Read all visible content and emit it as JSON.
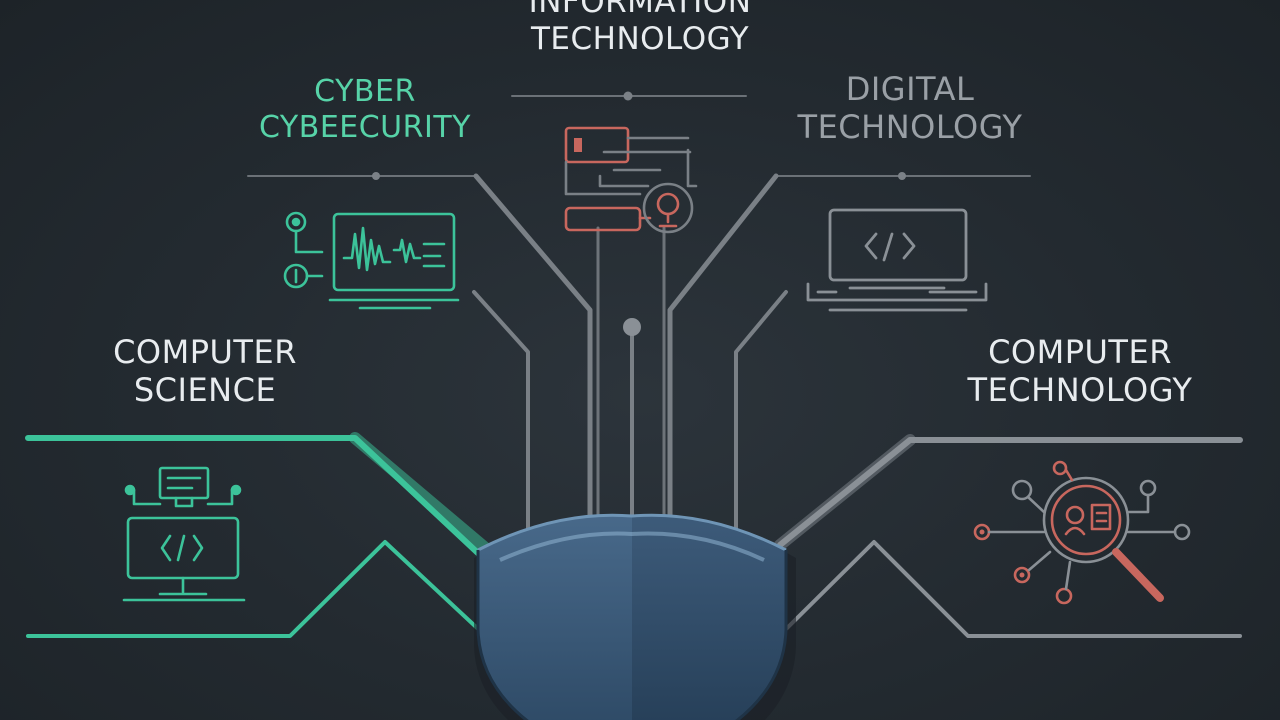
{
  "labels": {
    "information_technology": {
      "line1": "INFORMATION",
      "line2": "TECHNOLOGY"
    },
    "cybersecurity": {
      "line1": "CYBER",
      "line2": "CYBEECURITY"
    },
    "digital_technology": {
      "line1": "DIGITAL",
      "line2": "TECHNOLOGY"
    },
    "computer_science": {
      "line1": "COMPUTER",
      "line2": "SCIENCE"
    },
    "computer_technology": {
      "line1": "COMPUTER",
      "line2": "TECHNOLOGY"
    }
  },
  "icons": {
    "information_technology": "document-search-icon",
    "cybersecurity": "monitor-waveform-icon",
    "digital_technology": "laptop-code-icon",
    "computer_science": "computer-code-icon",
    "computer_technology": "magnifier-network-icon",
    "center": "shield-icon"
  },
  "colors": {
    "background": "#232a30",
    "teal": "#3cc39a",
    "gray": "#8a9096",
    "red": "#c8675e",
    "white_text": "#e8ecef",
    "shield": "#3a5a78"
  }
}
